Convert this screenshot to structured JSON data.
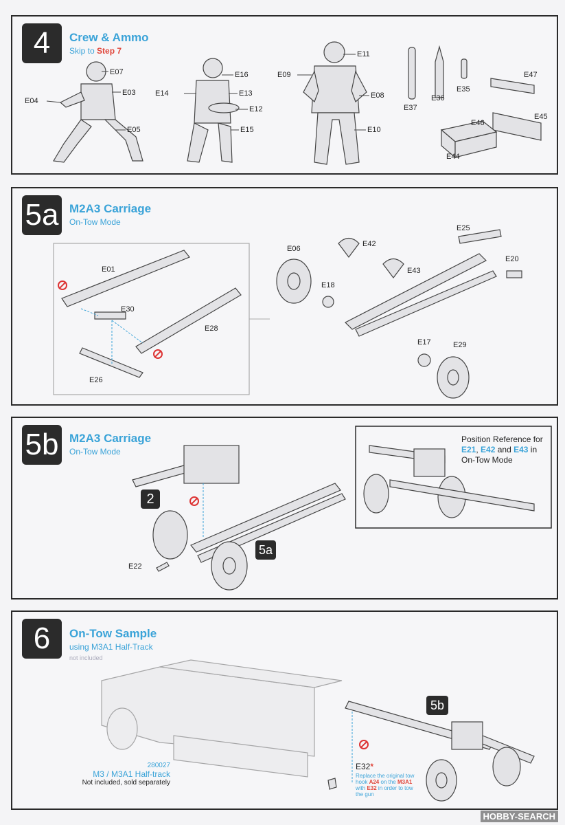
{
  "step4": {
    "number": "4",
    "title": "Crew & Ammo",
    "sub_prefix": "Skip to ",
    "sub_link": "Step 7",
    "parts": [
      "E07",
      "E03",
      "E04",
      "E05",
      "E16",
      "E14",
      "E13",
      "E12",
      "E15",
      "E11",
      "E09",
      "E08",
      "E10",
      "E37",
      "E36",
      "E35",
      "E47",
      "E45",
      "E46",
      "E44"
    ]
  },
  "step5a": {
    "number": "5a",
    "title": "M2A3 Carriage",
    "subtitle": "On-Tow Mode",
    "parts": [
      "E01",
      "E30",
      "E28",
      "E26",
      "E06",
      "E42",
      "E18",
      "E43",
      "E25",
      "E20",
      "E17",
      "E29"
    ]
  },
  "step5b": {
    "number": "5b",
    "title": "M2A3 Carriage",
    "subtitle": "On-Tow Mode",
    "ref_badge_2": "2",
    "ref_badge_5a": "5a",
    "part_e22": "E22",
    "ref_line1": "Position Reference for",
    "ref_e21": "E21",
    "ref_sep1": ", ",
    "ref_e42": "E42",
    "ref_and": " and ",
    "ref_e43": "E43",
    "ref_in": " in",
    "ref_line3": "On-Tow Mode"
  },
  "step6": {
    "number": "6",
    "title": "On-Tow Sample",
    "subtitle": "using M3A1 Half-Track",
    "note": "not included",
    "kit_number": "280027",
    "kit_name": "M3 / M3A1 Half-track",
    "kit_note": "Not included, sold separately",
    "ref_badge": "5b",
    "part_e32": "E32",
    "asterisk": "*",
    "inst1": "Replace the original tow",
    "inst2a": "hook ",
    "inst2b": "A24",
    "inst2c": " on the ",
    "inst2d": "M3A1",
    "inst3a": "with ",
    "inst3b": "E32",
    "inst3c": " in order to tow",
    "inst4": "the gun"
  },
  "watermark": "HOBBY-SEARCH"
}
